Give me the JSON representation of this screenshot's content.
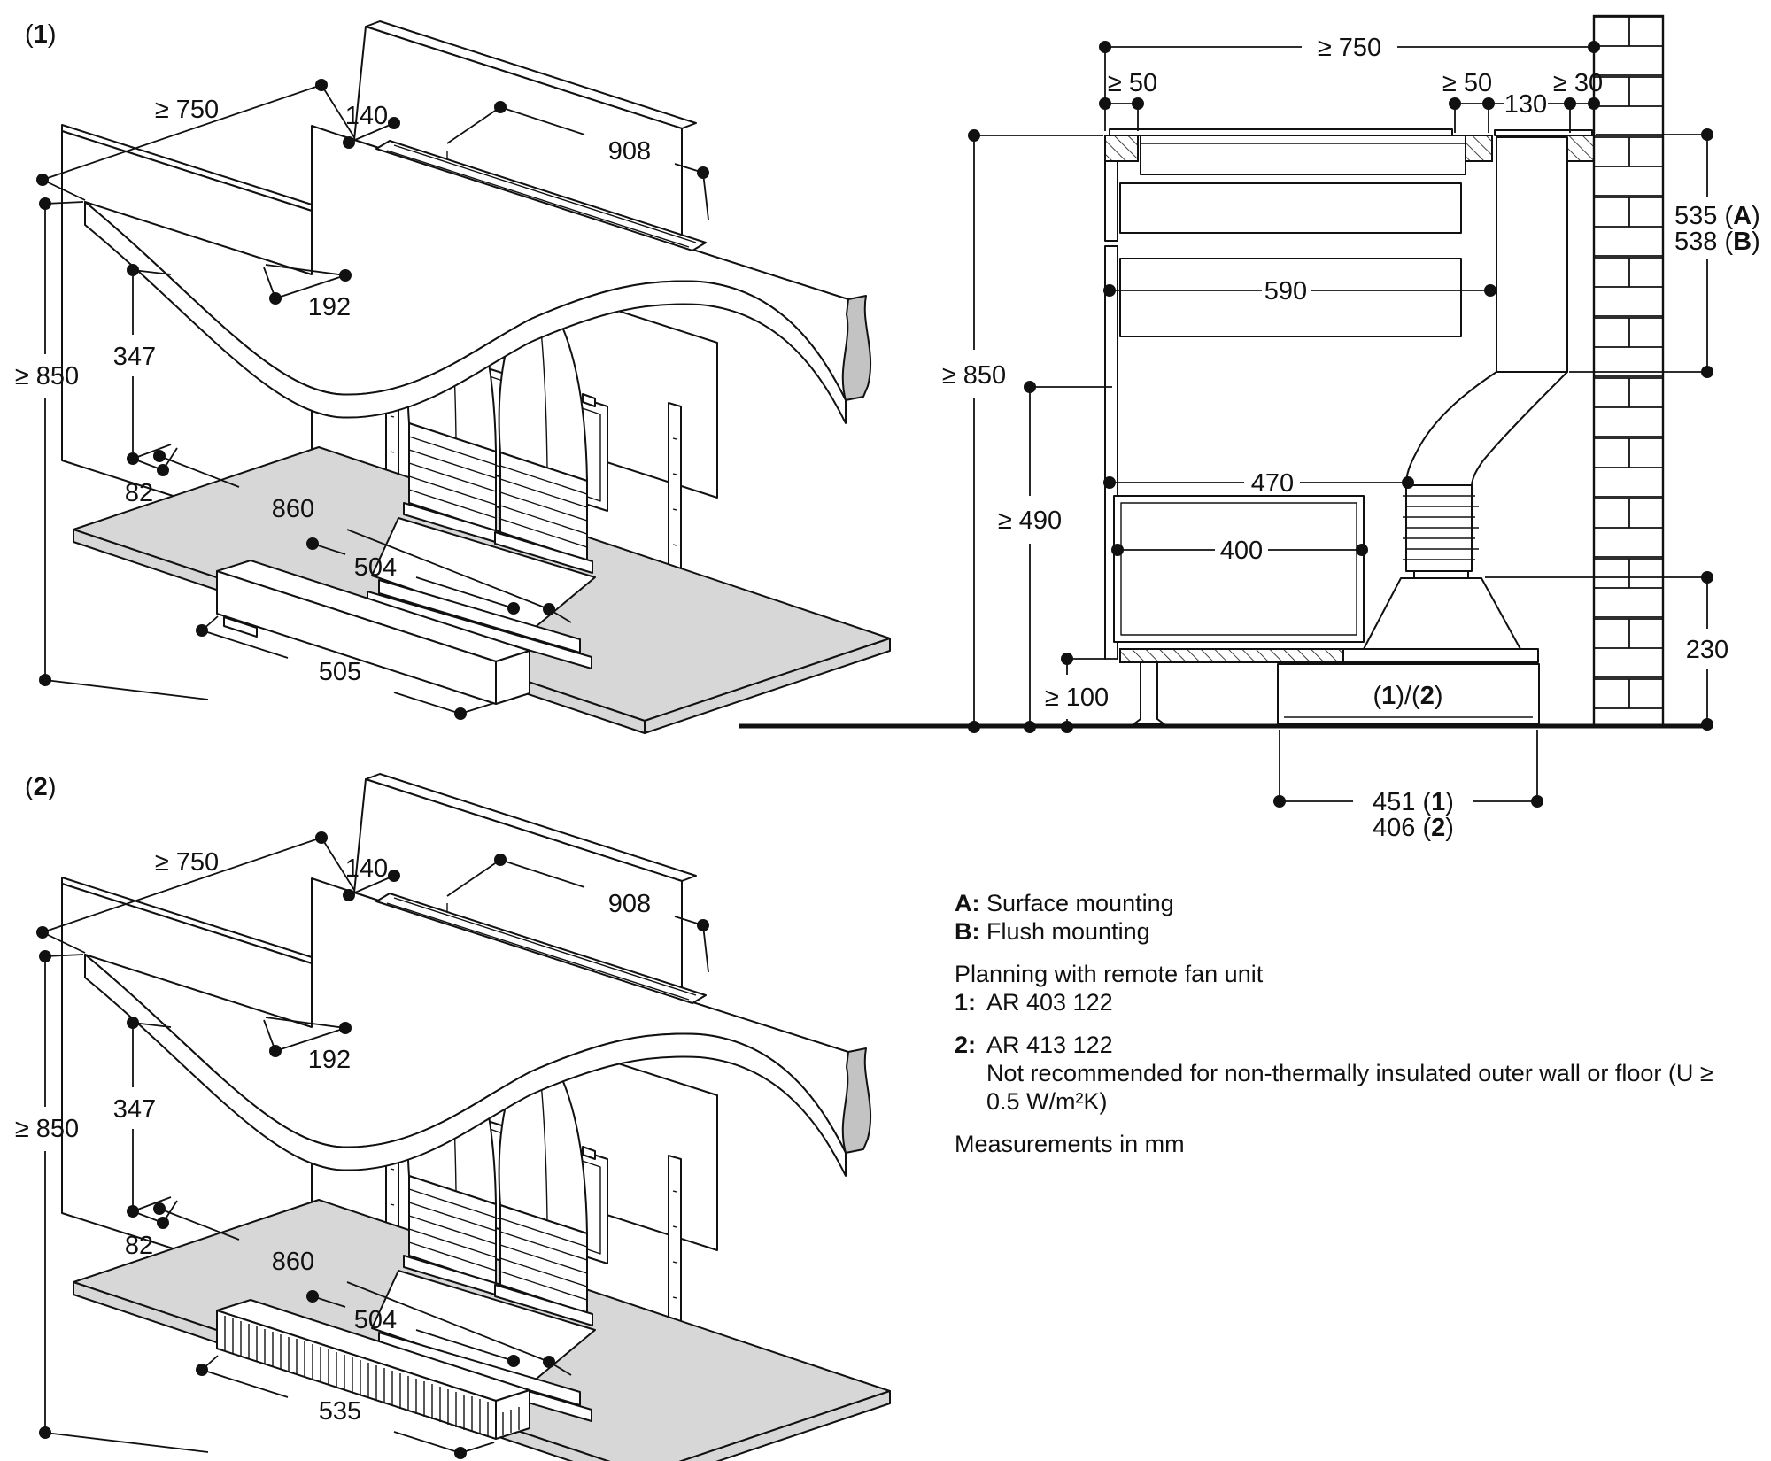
{
  "figure": {
    "view1_tag_parts": [
      "(",
      "1",
      ")"
    ],
    "view2_tag_parts": [
      "(",
      "2",
      ")"
    ],
    "iso_dims": {
      "d750": "≥ 750",
      "d140": "140",
      "d908": "908",
      "d192": "192",
      "d347": "347",
      "d82": "82",
      "d850": "≥ 850",
      "d860": "860",
      "d504": "504"
    },
    "view1_fan_dim": "505",
    "view2_fan_dim": "535",
    "section": {
      "d750": "≥ 750",
      "d50_left": "≥ 50",
      "d50_right": "≥ 50",
      "d30": "≥ 30",
      "d130": "130",
      "d590": "590",
      "d850": "≥ 850",
      "d490": "≥ 490",
      "d470": "470",
      "d400": "400",
      "d230": "230",
      "d100": "≥ 100",
      "d535_parts": [
        "535 (",
        "A",
        ")"
      ],
      "d538_parts": [
        "538 (",
        "B",
        ")"
      ],
      "box_parts": [
        "(",
        "1",
        ")/(",
        "2",
        ")"
      ],
      "d451_parts": [
        "451 (",
        "1",
        ")"
      ],
      "d406_parts": [
        "406 (",
        "2",
        ")"
      ]
    }
  },
  "notes": {
    "a_label": "A:",
    "a_text": "Surface mounting",
    "b_label": "B:",
    "b_text": "Flush mounting",
    "planning": "Planning with remote fan unit",
    "i1_label": "1:",
    "i1_text": "AR 403 122",
    "i2_label": "2:",
    "i2_text": "AR 413 122",
    "i2_note_l1": "Not recommended for non-thermally insulated outer wall or floor (U ≥",
    "i2_note_l2": "0.5 W/m²K)",
    "footer": "Measurements in mm"
  }
}
